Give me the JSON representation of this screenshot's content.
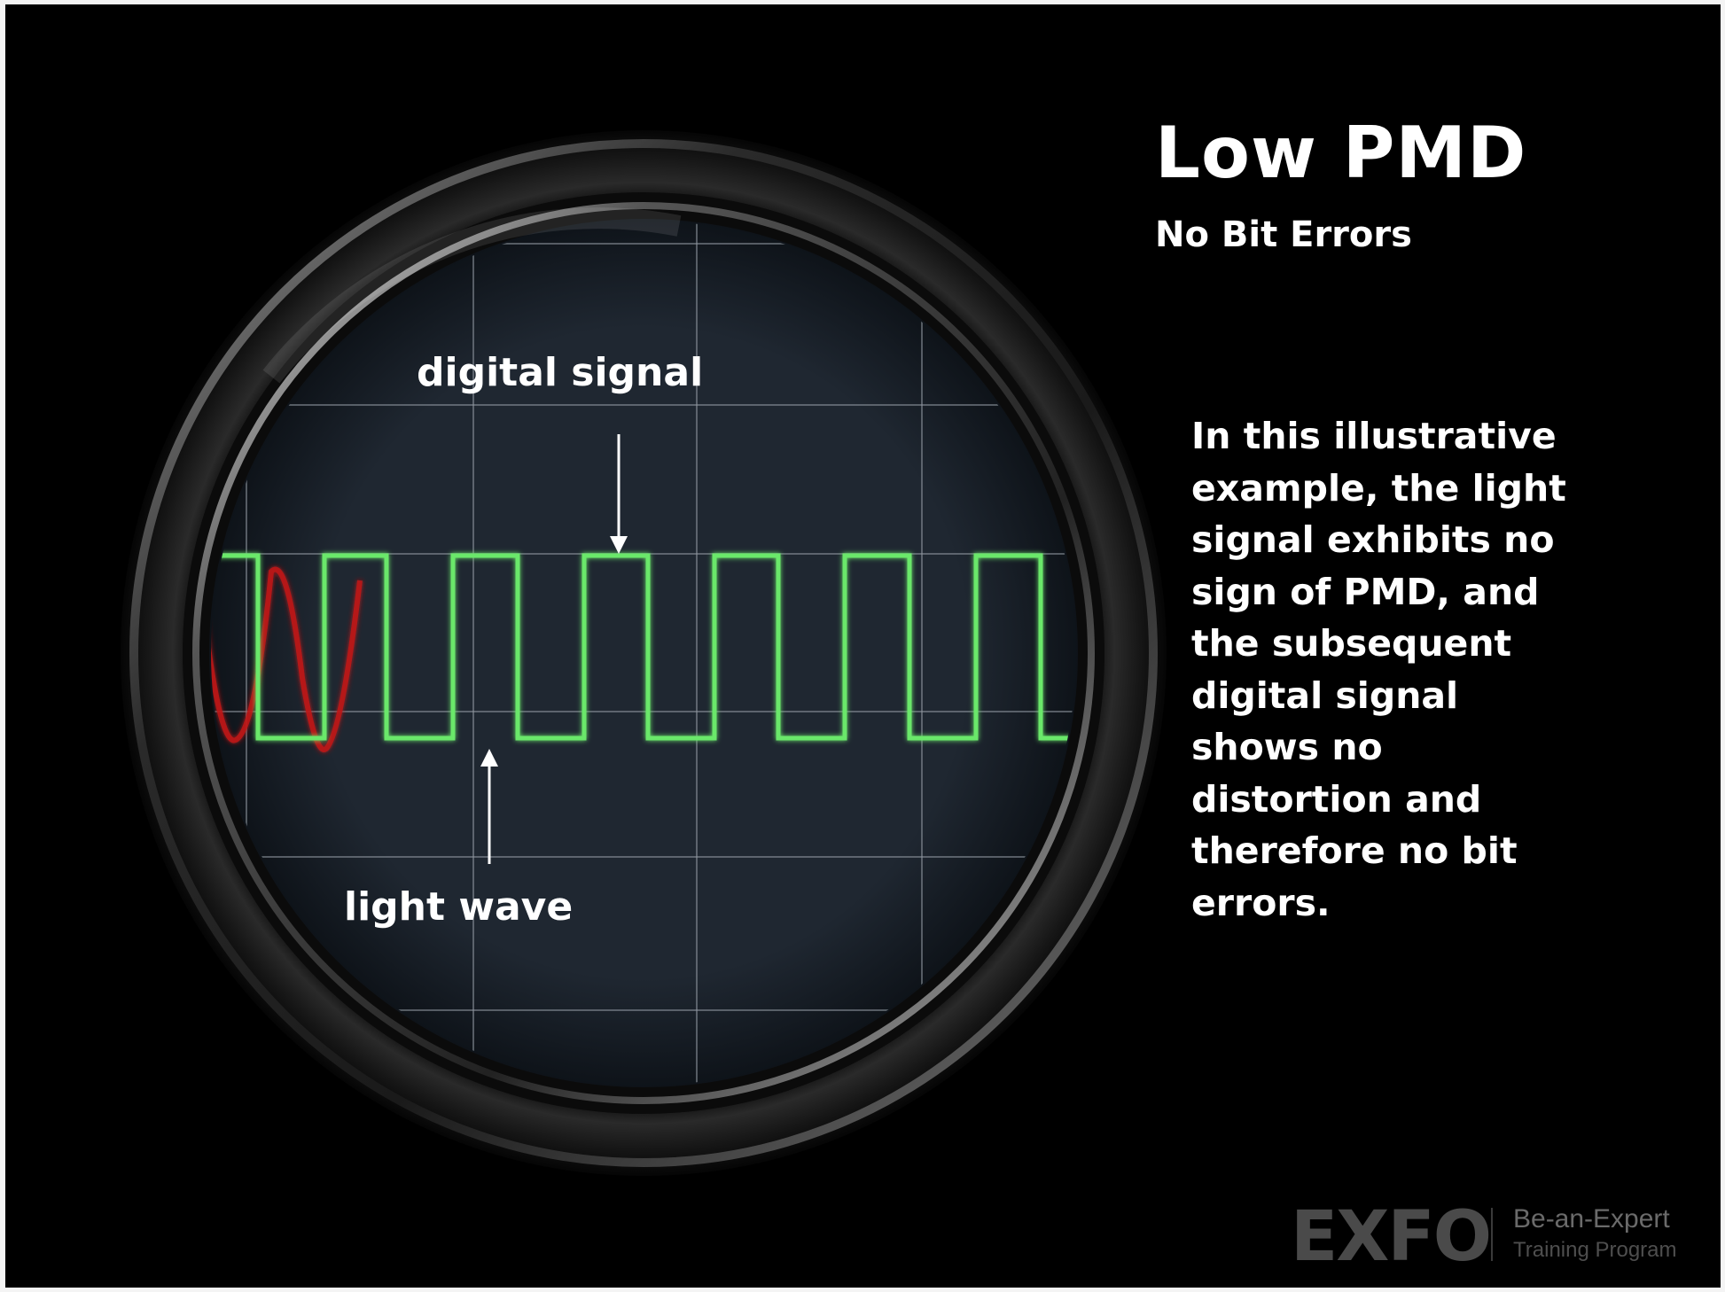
{
  "slide": {
    "title": "Low PMD",
    "subtitle": "No Bit Errors",
    "body_lines": [
      "In this illustrative",
      "example, the light",
      "signal exhibits no",
      "sign of PMD, and",
      "the subsequent",
      "digital signal",
      "shows no",
      "distortion and",
      "therefore no bit",
      "errors."
    ]
  },
  "scope": {
    "label_digital": "digital signal",
    "label_light": "light wave",
    "digital_color": "#6be86b",
    "light_color": "#c01818",
    "screen_color": "#1c232c",
    "grid_color": "#8f98a0"
  },
  "branding": {
    "logo": "EXFO",
    "tagline_1": "Be-an-Expert",
    "tagline_2": "Training Program"
  },
  "icons": {
    "down_arrow": "arrow-down-icon",
    "up_arrow": "arrow-up-icon"
  }
}
